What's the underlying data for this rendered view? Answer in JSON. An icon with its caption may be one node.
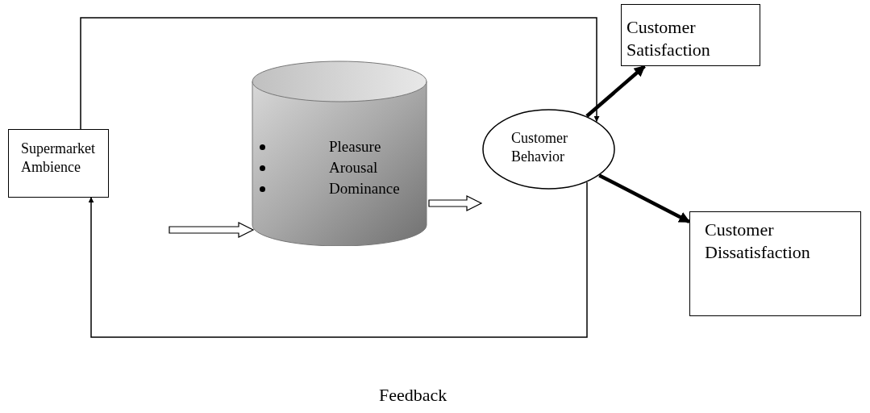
{
  "diagram": {
    "nodes": [
      {
        "text": [
          "Supermarket Ambience"
        ]
      },
      {
        "text": [
          "Pleasure",
          "Arousal",
          "Dominance"
        ]
      },
      {
        "text": [
          "Customer Behavior"
        ]
      },
      {
        "text": [
          "Customer Satisfaction"
        ]
      },
      {
        "text": [
          "Customer Dissatisfaction"
        ]
      }
    ],
    "edges": [
      {
        "from": 0,
        "to": 2,
        "arrow": "to"
      },
      {
        "from": 0,
        "to": 1,
        "arrow": "to"
      },
      {
        "from": 1,
        "to": 2,
        "arrow": "to"
      },
      {
        "from": 2,
        "to": 3,
        "arrow": "to",
        "style": "thick"
      },
      {
        "from": 2,
        "to": 4,
        "arrow": "to",
        "style": "thick"
      },
      {
        "from": 2,
        "to": 0,
        "arrow": "to"
      }
    ],
    "labels": [
      "Feedback"
    ]
  }
}
